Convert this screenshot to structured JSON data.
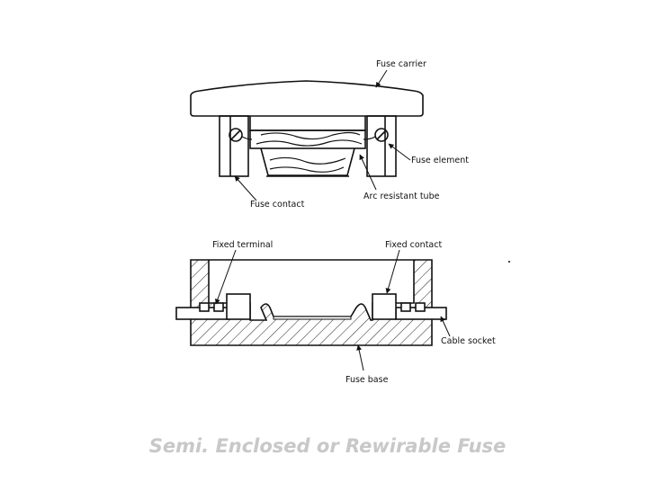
{
  "colors": {
    "line": "#111111",
    "caption": "#c8c8c8",
    "background": "#ffffff"
  },
  "labels": {
    "fuse_carrier": "Fuse carrier",
    "fuse_element": "Fuse element",
    "arc_resistant_tube": "Arc resistant tube",
    "fuse_contact": "Fuse contact",
    "fixed_terminal": "Fixed terminal",
    "fixed_contact": "Fixed contact",
    "cable_socket": "Cable socket",
    "fuse_base": "Fuse base"
  },
  "caption": "Semi. Enclosed or Rewirable Fuse"
}
